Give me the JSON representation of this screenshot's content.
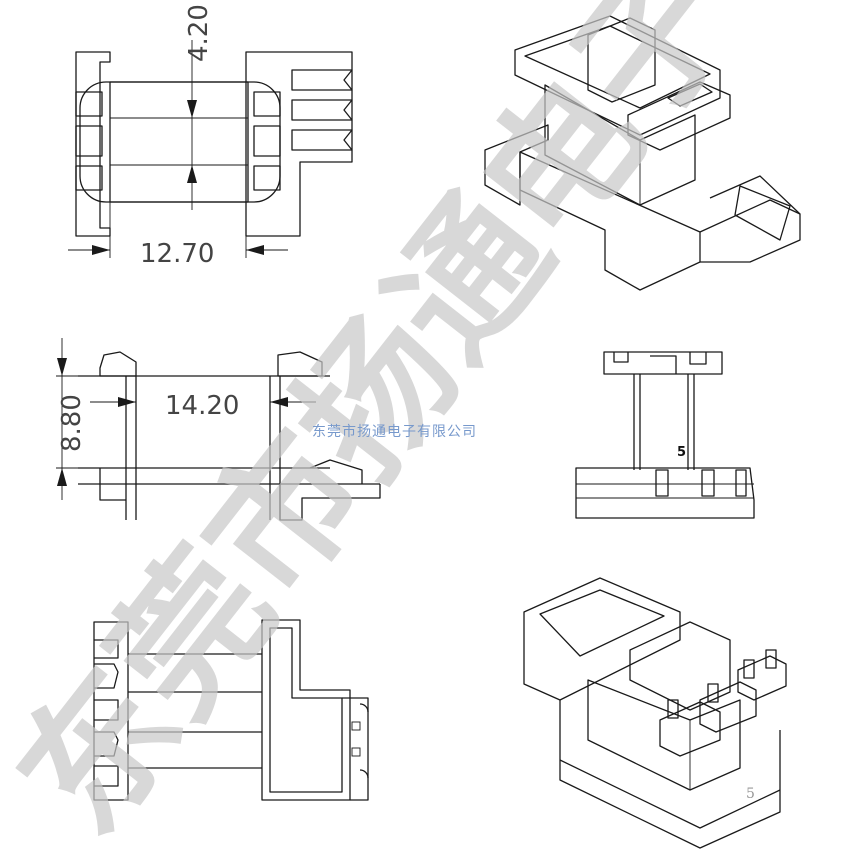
{
  "dimensions": {
    "top_height": "4.20",
    "top_width": "12.70",
    "front_height": "8.80",
    "front_width": "14.20"
  },
  "labels": {
    "side_pin_count": "5",
    "iso_pin_count": "5"
  },
  "watermark": {
    "big_text": "东莞市扬通电子",
    "small_text": "东莞市扬通电子有限公司",
    "color": "#c8c8c8"
  }
}
